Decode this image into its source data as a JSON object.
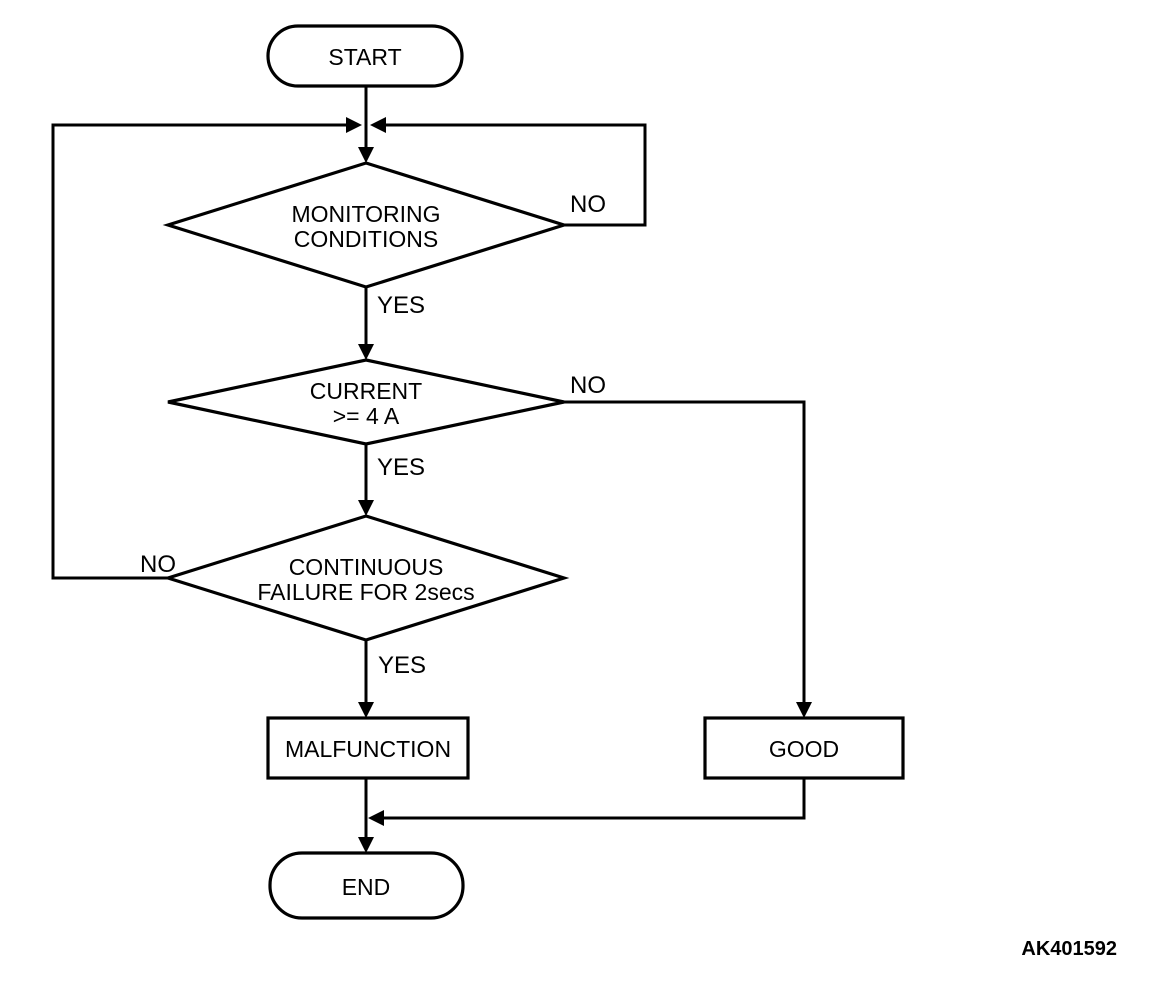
{
  "figure_code": "AK401592",
  "colors": {
    "line": "#000000",
    "background": "#ffffff",
    "text": "#000000"
  },
  "nodes": {
    "start": {
      "shape": "terminator",
      "label": "START"
    },
    "monitoring": {
      "shape": "decision",
      "lines": [
        "MONITORING",
        "CONDITIONS"
      ]
    },
    "current": {
      "shape": "decision",
      "lines": [
        "CURRENT",
        ">= 4 A"
      ]
    },
    "continuous": {
      "shape": "decision",
      "lines": [
        "CONTINUOUS",
        "FAILURE FOR 2secs"
      ]
    },
    "malfunction": {
      "shape": "process",
      "label": "MALFUNCTION"
    },
    "good": {
      "shape": "process",
      "label": "GOOD"
    },
    "end": {
      "shape": "terminator",
      "label": "END"
    }
  },
  "edges": {
    "start_to_monitoring": {
      "from": "start",
      "to": "monitoring"
    },
    "monitoring_no": {
      "from": "monitoring",
      "to": "monitoring",
      "label": "NO"
    },
    "monitoring_yes": {
      "from": "monitoring",
      "to": "current",
      "label": "YES"
    },
    "current_no": {
      "from": "current",
      "to": "good",
      "label": "NO"
    },
    "current_yes": {
      "from": "current",
      "to": "continuous",
      "label": "YES"
    },
    "continuous_no": {
      "from": "continuous",
      "to": "monitoring",
      "label": "NO"
    },
    "continuous_yes": {
      "from": "continuous",
      "to": "malfunction",
      "label": "YES"
    },
    "malfunction_to_end": {
      "from": "malfunction",
      "to": "end"
    },
    "good_to_end": {
      "from": "good",
      "to": "end"
    }
  }
}
